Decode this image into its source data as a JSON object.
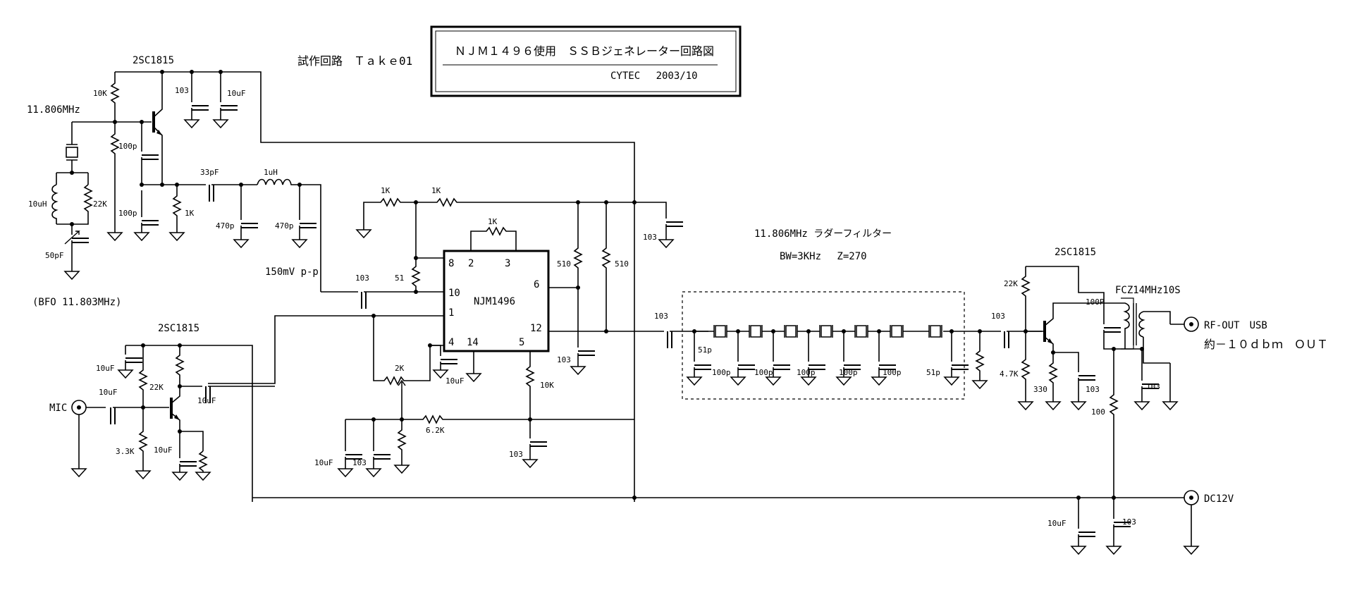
{
  "title": {
    "main": "ＮＪＭ１４９６使用　ＳＳＢジェネレーター回路図",
    "sub": "CYTEC　 2003/10"
  },
  "trial": "試作回路　Ｔａｋｅ01",
  "osc": {
    "transistor": "2SC1815",
    "freq": "11.806MHz",
    "bfo": "(BFO 11.803MHz)",
    "r_bias": "10K",
    "c_dec": "103",
    "c_elec": "10uF",
    "c_fb1": "100p",
    "c_fb2": "100p",
    "r_base": "22K",
    "l_tank": "10uH",
    "c_trim": "50pF",
    "r_emit": "1K",
    "c_couple": "33pF",
    "l_filter": "1uH",
    "c_f1": "470p",
    "c_f2": "470p"
  },
  "mod": {
    "ic": "NJM1496",
    "level": "150mV p-p",
    "c_in": "103",
    "r1": "1K",
    "r2": "1K",
    "r_gain": "1K",
    "r51": "51",
    "r510a": "510",
    "r510b": "510",
    "c_gnd": "103",
    "c_out6": "103",
    "pot": "2K",
    "c_pot": "10uF",
    "r_bias": "6.2K",
    "r_10k": "10K",
    "c_10k": "103",
    "c_bias1": "10uF",
    "c_bias2": "103",
    "pins": {
      "p8": "8",
      "p2": "2",
      "p3": "3",
      "p10": "10",
      "p1": "1",
      "p6": "6",
      "p12": "12",
      "p4": "4",
      "p14": "14",
      "p5": "5"
    }
  },
  "mic": {
    "transistor": "2SC1815",
    "label": "MIC",
    "c_in": "10uF",
    "c_top": "10uF",
    "r_top": "22K",
    "r_bot": "3.3K",
    "c_emit": "10uF",
    "c_out": "10uF"
  },
  "filter": {
    "title": "11.806MHz ラダーフィルター",
    "spec": "BW=3KHz　 Z=270",
    "c_in": "103",
    "c_out": "103",
    "caps": [
      "51p",
      "100p",
      "100p",
      "100p",
      "100p",
      "100p",
      "51p"
    ]
  },
  "amp": {
    "transistor": "2SC1815",
    "coil": "FCZ14MHz10S",
    "r_top": "22K",
    "r_bot": "4.7K",
    "r_emit": "330",
    "c_emit": "103",
    "c_tune": "100P",
    "c_bypass": "103",
    "r_feed": "100",
    "rf_out": "RF-OUT　USB",
    "level": "約－１０ｄｂｍ　ＯＵＴ"
  },
  "power": {
    "label": "DC12V",
    "c_elec": "10uF",
    "c_dec": "103"
  }
}
